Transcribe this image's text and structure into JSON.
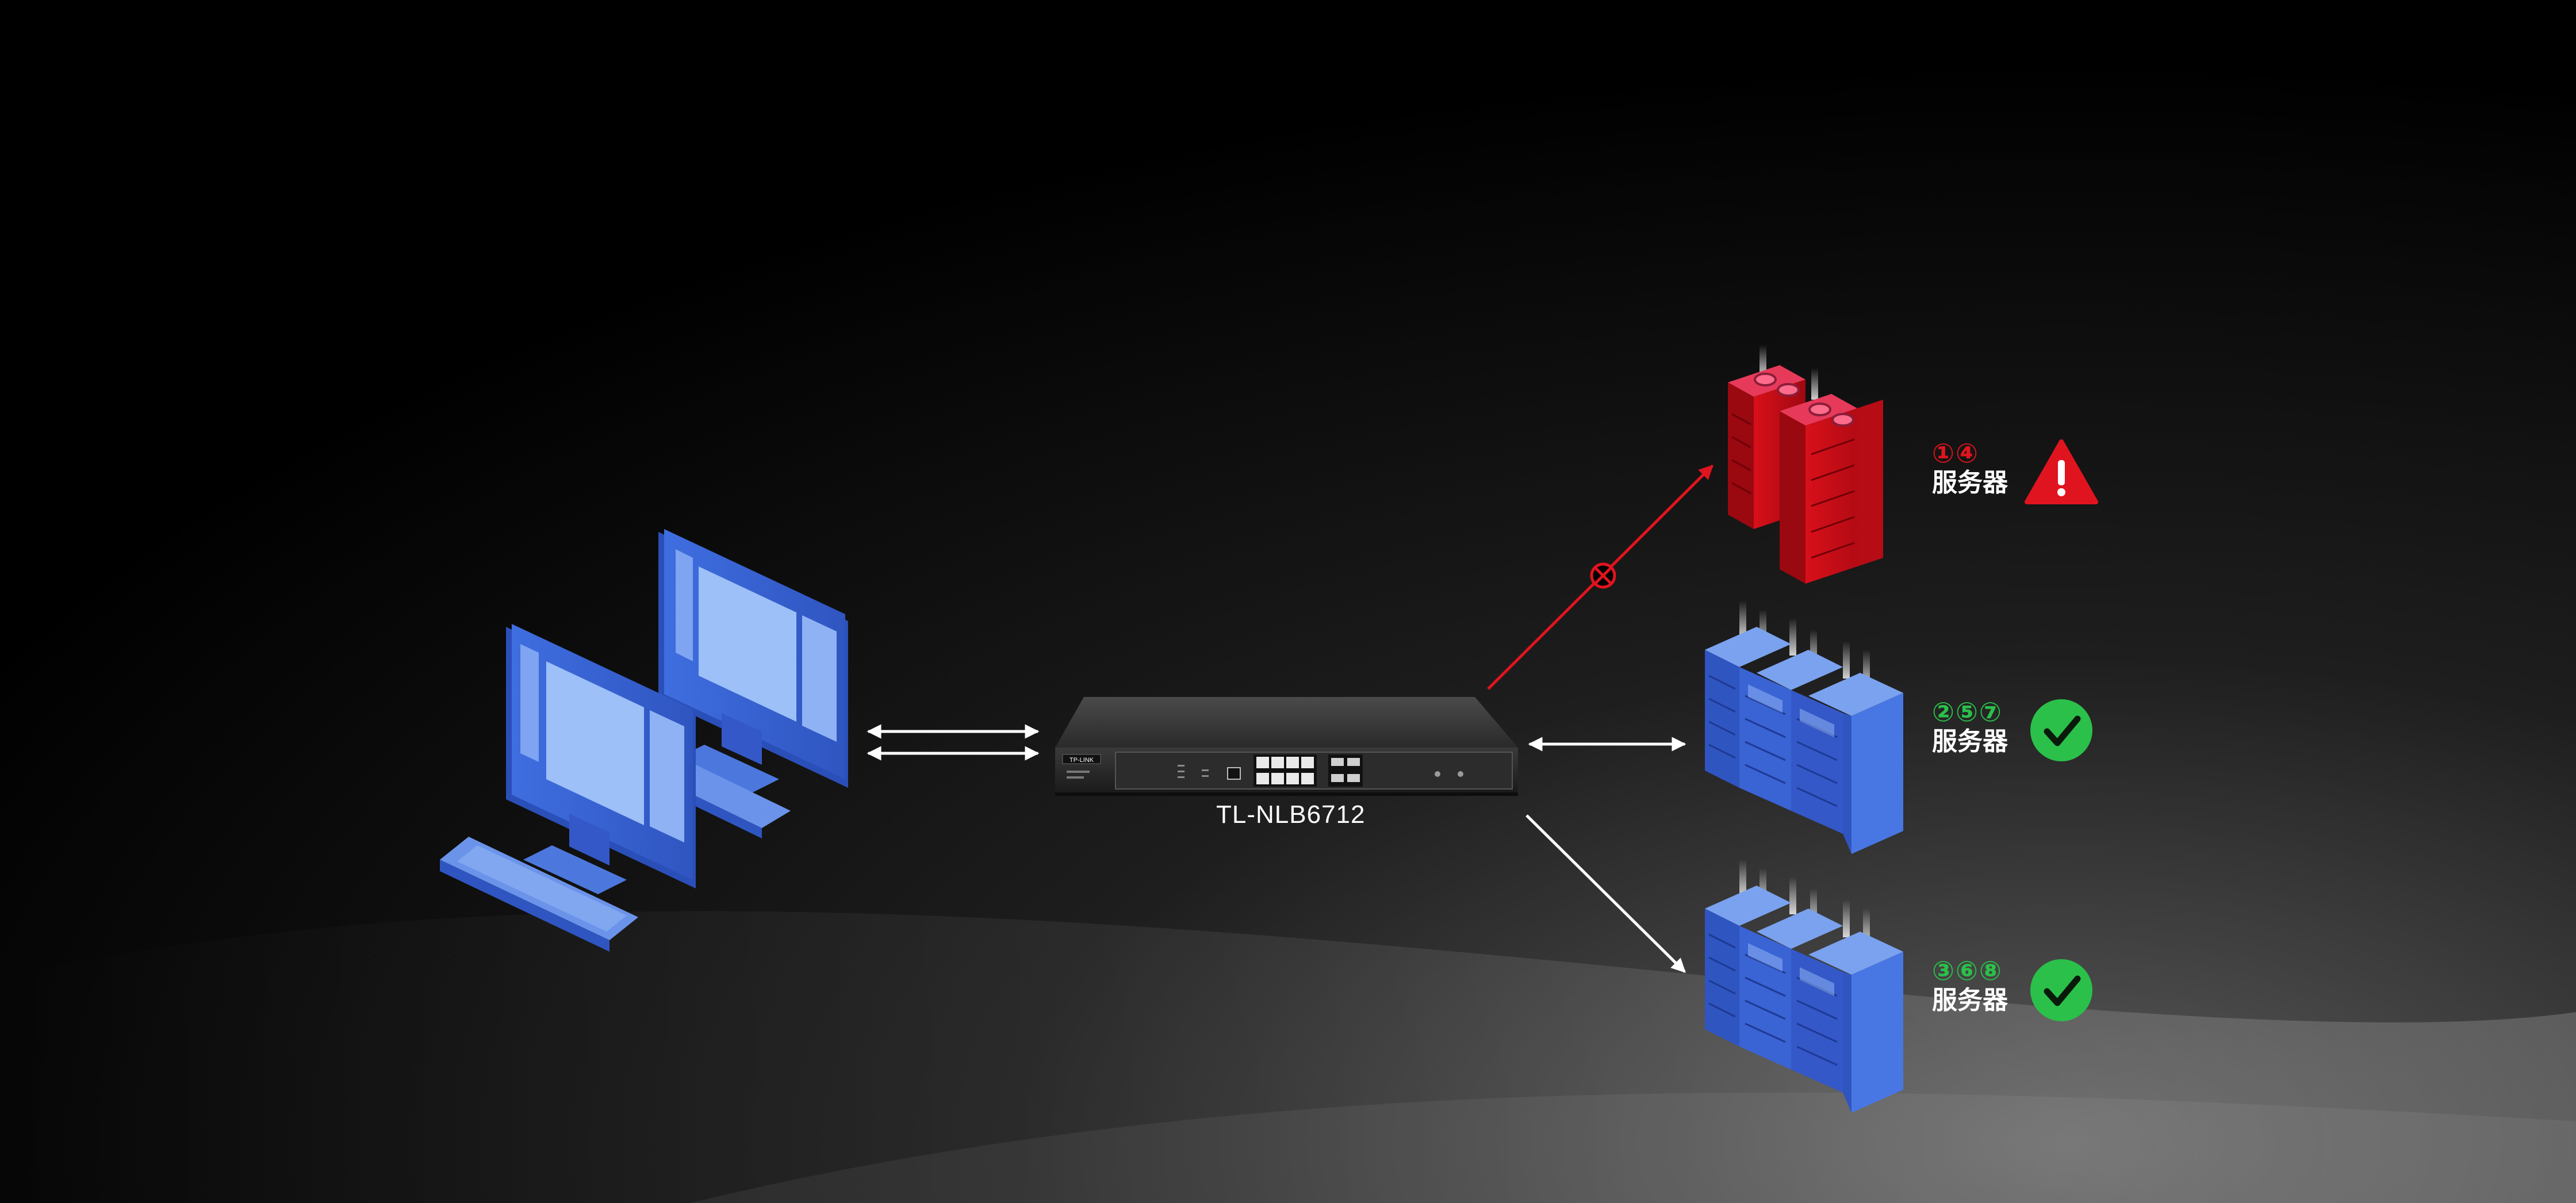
{
  "colors": {
    "accent_blue": "#3d6bd6",
    "alert_red": "#e0141e",
    "ok_green": "#2bc04a",
    "connector_white": "#ffffff"
  },
  "load_balancer": {
    "model": "TL-NLB6712",
    "brand": "TP-LINK"
  },
  "clients": {
    "icon": "desktop-computer-icon"
  },
  "servers": [
    {
      "ids": "①④",
      "name": "服务器",
      "status": "fault",
      "status_icon": "warning-triangle-icon",
      "status_color": "#e0141e",
      "link_icon": "blocked-link-icon"
    },
    {
      "ids": "②⑤⑦",
      "name": "服务器",
      "status": "ok",
      "status_icon": "check-circle-icon",
      "status_color": "#2bc04a"
    },
    {
      "ids": "③⑥⑧",
      "name": "服务器",
      "status": "ok",
      "status_icon": "check-circle-icon",
      "status_color": "#2bc04a"
    }
  ]
}
